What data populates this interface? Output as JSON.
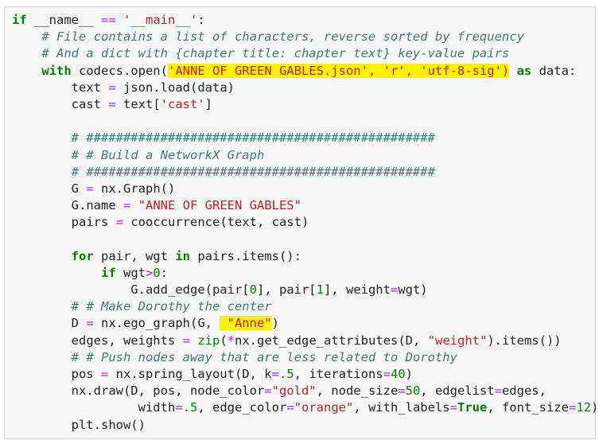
{
  "code_lines": [
    [
      {
        "t": "if",
        "c": "kw"
      },
      {
        "t": " __name__ "
      },
      {
        "t": "==",
        "c": "op"
      },
      {
        "t": " "
      },
      {
        "t": "'__main__'",
        "c": "str"
      },
      {
        "t": ":"
      }
    ],
    [
      {
        "t": "    "
      },
      {
        "t": "# File contains a list of characters, reverse sorted by frequency",
        "c": "cm"
      }
    ],
    [
      {
        "t": "    "
      },
      {
        "t": "# And a dict with {chapter title: chapter text} key-value pairs",
        "c": "cm"
      }
    ],
    [
      {
        "t": "    "
      },
      {
        "t": "with",
        "c": "kw"
      },
      {
        "t": " codecs.open("
      },
      {
        "t": "'ANNE OF GREEN GABLES.json', 'r', 'utf-8-sig')",
        "c": "str hl"
      },
      {
        "t": " "
      },
      {
        "t": "as",
        "c": "kw"
      },
      {
        "t": " data:"
      }
    ],
    [
      {
        "t": "        text "
      },
      {
        "t": "=",
        "c": "op"
      },
      {
        "t": " json.load(data)"
      }
    ],
    [
      {
        "t": "        cast "
      },
      {
        "t": "=",
        "c": "op"
      },
      {
        "t": " text["
      },
      {
        "t": "'cast'",
        "c": "str"
      },
      {
        "t": "]"
      }
    ],
    [
      {
        "t": ""
      }
    ],
    [
      {
        "t": "        "
      },
      {
        "t": "# ###############################################",
        "c": "cm"
      }
    ],
    [
      {
        "t": "        "
      },
      {
        "t": "# # Build a NetworkX Graph",
        "c": "cm"
      }
    ],
    [
      {
        "t": "        "
      },
      {
        "t": "# ###############################################",
        "c": "cm"
      }
    ],
    [
      {
        "t": "        G "
      },
      {
        "t": "=",
        "c": "op"
      },
      {
        "t": " nx.Graph()"
      }
    ],
    [
      {
        "t": "        G.name "
      },
      {
        "t": "=",
        "c": "op"
      },
      {
        "t": " "
      },
      {
        "t": "\"ANNE OF GREEN GABLES\"",
        "c": "str"
      }
    ],
    [
      {
        "t": "        pairs "
      },
      {
        "t": "=",
        "c": "op"
      },
      {
        "t": " cooccurrence(text, cast)"
      }
    ],
    [
      {
        "t": ""
      }
    ],
    [
      {
        "t": "        "
      },
      {
        "t": "for",
        "c": "kw"
      },
      {
        "t": " pair, wgt "
      },
      {
        "t": "in",
        "c": "kw"
      },
      {
        "t": " pairs.items():"
      }
    ],
    [
      {
        "t": "            "
      },
      {
        "t": "if",
        "c": "kw"
      },
      {
        "t": " wgt"
      },
      {
        "t": ">",
        "c": "op"
      },
      {
        "t": "0",
        "c": "num"
      },
      {
        "t": ":"
      }
    ],
    [
      {
        "t": "                G.add_edge(pair["
      },
      {
        "t": "0",
        "c": "num"
      },
      {
        "t": "], pair["
      },
      {
        "t": "1",
        "c": "num"
      },
      {
        "t": "], weight"
      },
      {
        "t": "=",
        "c": "op"
      },
      {
        "t": "wgt)"
      }
    ],
    [
      {
        "t": "        "
      },
      {
        "t": "# # Make Dorothy the center",
        "c": "cm"
      }
    ],
    [
      {
        "t": "        D "
      },
      {
        "t": "=",
        "c": "op"
      },
      {
        "t": " nx.ego_graph(G, "
      },
      {
        "t": " \"Anne\"",
        "c": "str hl"
      },
      {
        "t": ")"
      }
    ],
    [
      {
        "t": "        edges, weights "
      },
      {
        "t": "=",
        "c": "op"
      },
      {
        "t": " "
      },
      {
        "t": "zip",
        "c": "num"
      },
      {
        "t": "("
      },
      {
        "t": "*",
        "c": "op"
      },
      {
        "t": "nx.get_edge_attributes(D, "
      },
      {
        "t": "\"weight\"",
        "c": "str"
      },
      {
        "t": ").items())"
      }
    ],
    [
      {
        "t": "        "
      },
      {
        "t": "# # Push nodes away that are less related to Dorothy",
        "c": "cm"
      }
    ],
    [
      {
        "t": "        pos "
      },
      {
        "t": "=",
        "c": "op"
      },
      {
        "t": " nx.spring_layout(D, k"
      },
      {
        "t": "=",
        "c": "op"
      },
      {
        "t": ".5",
        "c": "num"
      },
      {
        "t": ", iterations"
      },
      {
        "t": "=",
        "c": "op"
      },
      {
        "t": "40",
        "c": "num"
      },
      {
        "t": ")"
      }
    ],
    [
      {
        "t": "        nx.draw(D, pos, node_color"
      },
      {
        "t": "=",
        "c": "op"
      },
      {
        "t": "\"gold\"",
        "c": "str"
      },
      {
        "t": ", node_size"
      },
      {
        "t": "=",
        "c": "op"
      },
      {
        "t": "50",
        "c": "num"
      },
      {
        "t": ", edgelist"
      },
      {
        "t": "=",
        "c": "op"
      },
      {
        "t": "edges,"
      }
    ],
    [
      {
        "t": "                 width"
      },
      {
        "t": "=",
        "c": "op"
      },
      {
        "t": ".5",
        "c": "num"
      },
      {
        "t": ", edge_color"
      },
      {
        "t": "=",
        "c": "op"
      },
      {
        "t": "\"orange\"",
        "c": "str"
      },
      {
        "t": ", with_labels"
      },
      {
        "t": "=",
        "c": "op"
      },
      {
        "t": "True",
        "c": "kw"
      },
      {
        "t": ", font_size"
      },
      {
        "t": "=",
        "c": "op"
      },
      {
        "t": "12",
        "c": "num"
      },
      {
        "t": ")"
      }
    ],
    [
      {
        "t": "        plt.show()"
      }
    ]
  ],
  "colors": {
    "keyword": "#008000",
    "string": "#ba2121",
    "comment": "#3d7b7b",
    "operator": "#aa22ff",
    "number": "#008000",
    "highlight": "#fff200",
    "cell_background": "#f7f7f7"
  }
}
